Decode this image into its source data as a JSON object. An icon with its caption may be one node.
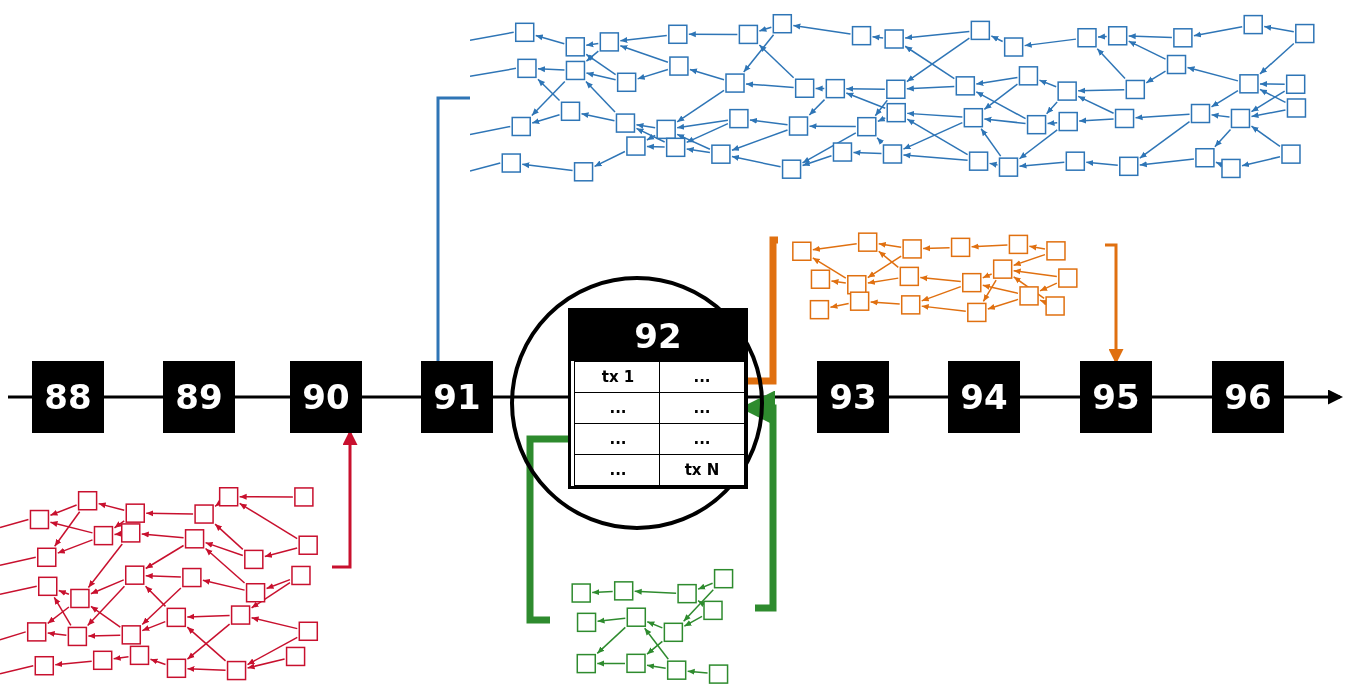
{
  "diagram": {
    "nodes": [
      {
        "text": [
          "88"
        ]
      },
      {
        "text": [
          "89"
        ]
      },
      {
        "text": [
          "90"
        ]
      },
      {
        "text": [
          "91"
        ]
      },
      {
        "text": [],
        "shape": "circle"
      },
      {
        "text": [
          "92"
        ],
        "in": 4
      },
      {
        "text": [
          "tx 1"
        ],
        "in": 5
      },
      {
        "text": [
          "..."
        ],
        "in": 5
      },
      {
        "text": [
          "..."
        ],
        "in": 5
      },
      {
        "text": [
          "..."
        ],
        "in": 5
      },
      {
        "text": [
          "..."
        ],
        "in": 5
      },
      {
        "text": [
          "..."
        ],
        "in": 5
      },
      {
        "text": [
          "..."
        ],
        "in": 5
      },
      {
        "text": [
          "tx N"
        ],
        "in": 5
      },
      {
        "text": [
          "93"
        ]
      },
      {
        "text": [
          "94"
        ]
      },
      {
        "text": [
          "95"
        ]
      },
      {
        "text": [
          "96"
        ]
      },
      {
        "text": [],
        "shape": "picture"
      },
      {
        "text": [],
        "shape": "picture"
      },
      {
        "text": [],
        "shape": "picture"
      },
      {
        "text": [],
        "shape": "picture"
      }
    ],
    "edges": [
      {
        "from": null,
        "to": 0,
        "arrow": "none"
      },
      {
        "from": 0,
        "to": 1,
        "arrow": "none"
      },
      {
        "from": 1,
        "to": 2,
        "arrow": "none"
      },
      {
        "from": 2,
        "to": 3,
        "arrow": "none"
      },
      {
        "from": 3,
        "to": 5,
        "arrow": "none"
      },
      {
        "from": 5,
        "to": 14,
        "arrow": "none"
      },
      {
        "from": 14,
        "to": 15,
        "arrow": "none"
      },
      {
        "from": 15,
        "to": 16,
        "arrow": "none"
      },
      {
        "from": 16,
        "to": 17,
        "arrow": "none"
      },
      {
        "from": 17,
        "to": null,
        "arrow": "to"
      },
      {
        "from": 20,
        "to": 2,
        "arrow": "to",
        "color": "#c8102e"
      },
      {
        "from": 3,
        "to": 18,
        "arrow": "none",
        "color": "#2e75b6"
      },
      {
        "from": 7,
        "to": 19,
        "arrow": "none",
        "style": "thick",
        "color": "#e07010"
      },
      {
        "from": 19,
        "to": 16,
        "arrow": "to",
        "color": "#e07010"
      },
      {
        "from": 10,
        "to": 21,
        "arrow": "none",
        "style": "thick",
        "color": "#2e8b2e"
      },
      {
        "from": 21,
        "to": 9,
        "arrow": "to",
        "style": "thick",
        "color": "#2e8b2e"
      }
    ]
  }
}
